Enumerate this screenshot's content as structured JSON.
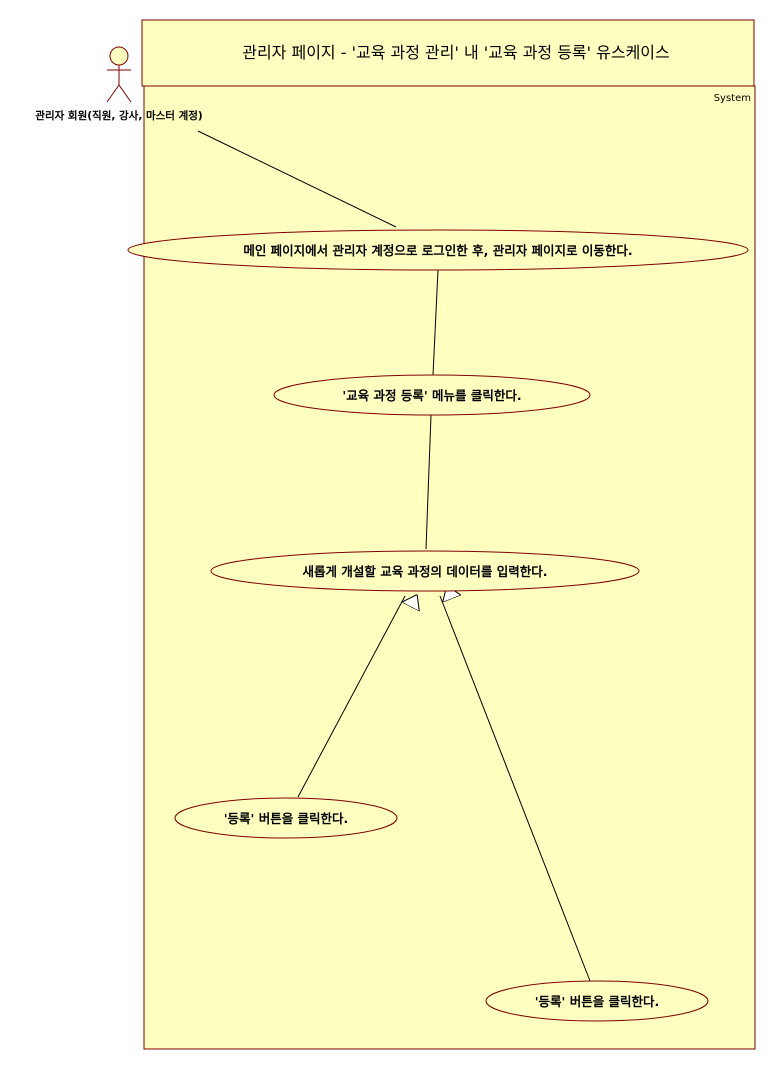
{
  "title": "관리자 페이지 - '교육 과정 관리' 내 '교육 과정 등록' 유스케이스",
  "system_label": "System",
  "actor": {
    "name": "관리자 회원(직원, 강사, 마스터 계정)"
  },
  "use_cases": [
    {
      "label": "메인 페이지에서 관리자 계정으로 로그인한 후, 관리자 페이지로 이동한다."
    },
    {
      "label": "'교육 과정 등록' 메뉴를 클릭한다."
    },
    {
      "label": "새롭게 개설할 교육 과정의 데이터를 입력한다."
    },
    {
      "label": "'등록' 버튼을 클릭한다."
    },
    {
      "label": "'등록' 버튼을 클릭한다."
    }
  ],
  "colors": {
    "fill": "#ffffc0",
    "border": "#800000",
    "line": "#000000"
  }
}
